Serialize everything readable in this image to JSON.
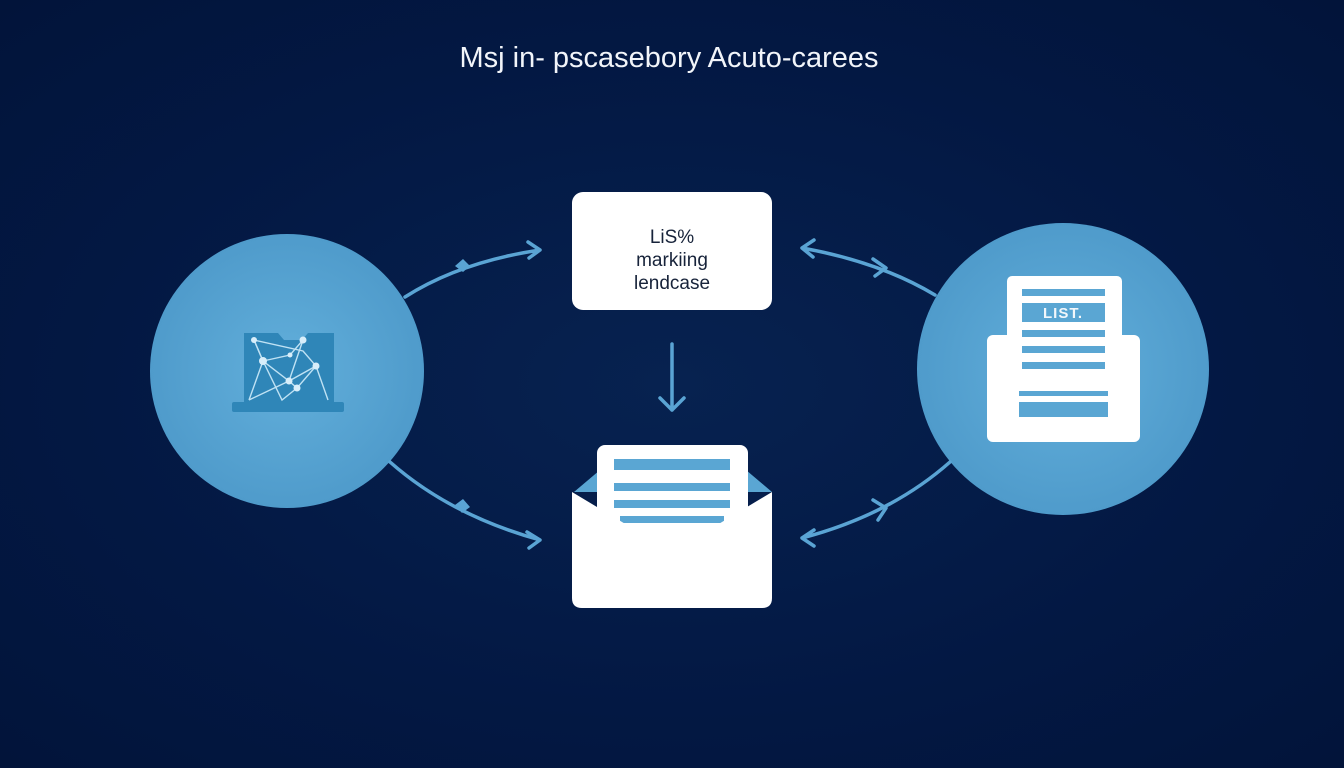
{
  "title": "Msj in- pscasebory Acuto-carees",
  "top_box": {
    "lines": [
      "LiS%",
      "markiing",
      "lendcase"
    ]
  },
  "right_node": {
    "document_label": "LIST."
  },
  "colors": {
    "background": "#031843",
    "accent": "#5aa4d4",
    "circle": "#5aa6d3",
    "card": "#ffffff"
  }
}
